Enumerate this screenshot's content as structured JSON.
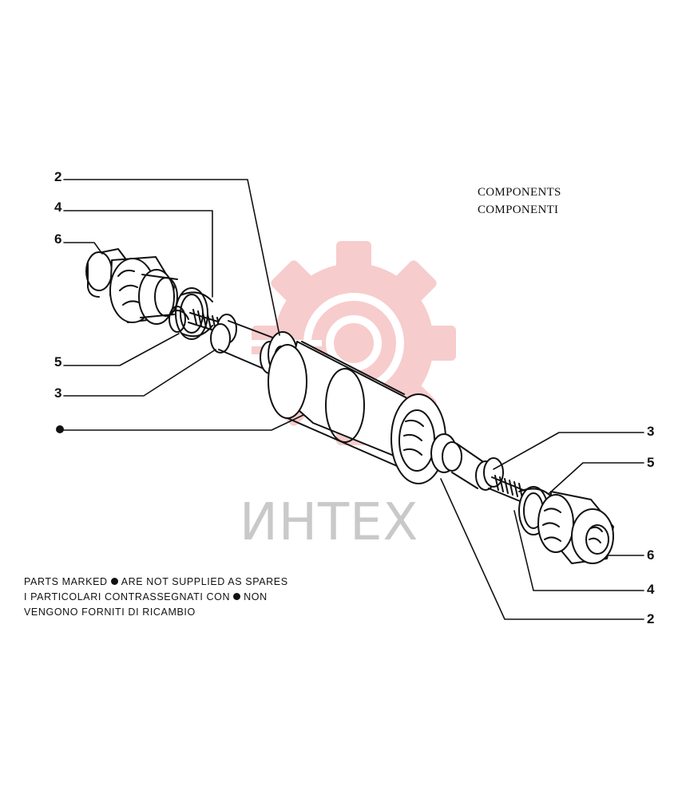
{
  "title": {
    "line1": "COMPONENTS",
    "line2": "COMPONENTI"
  },
  "note": {
    "line1_a": "PARTS MARKED",
    "line1_b": "ARE NOT SUPPLIED AS SPARES",
    "line2_a": "I PARTICOLARI CONTRASSEGNATI CON",
    "line2_b": "NON",
    "line3": "VENGONO FORNITI DI RICAMBIO"
  },
  "callouts": {
    "left": [
      "2",
      "4",
      "6",
      "5",
      "3"
    ],
    "right": [
      "3",
      "5",
      "6",
      "4",
      "2"
    ]
  },
  "watermark": {
    "text": "ИНТЕХ",
    "logo_color": "#f4b9b9",
    "text_color": "#c9c9c9"
  }
}
